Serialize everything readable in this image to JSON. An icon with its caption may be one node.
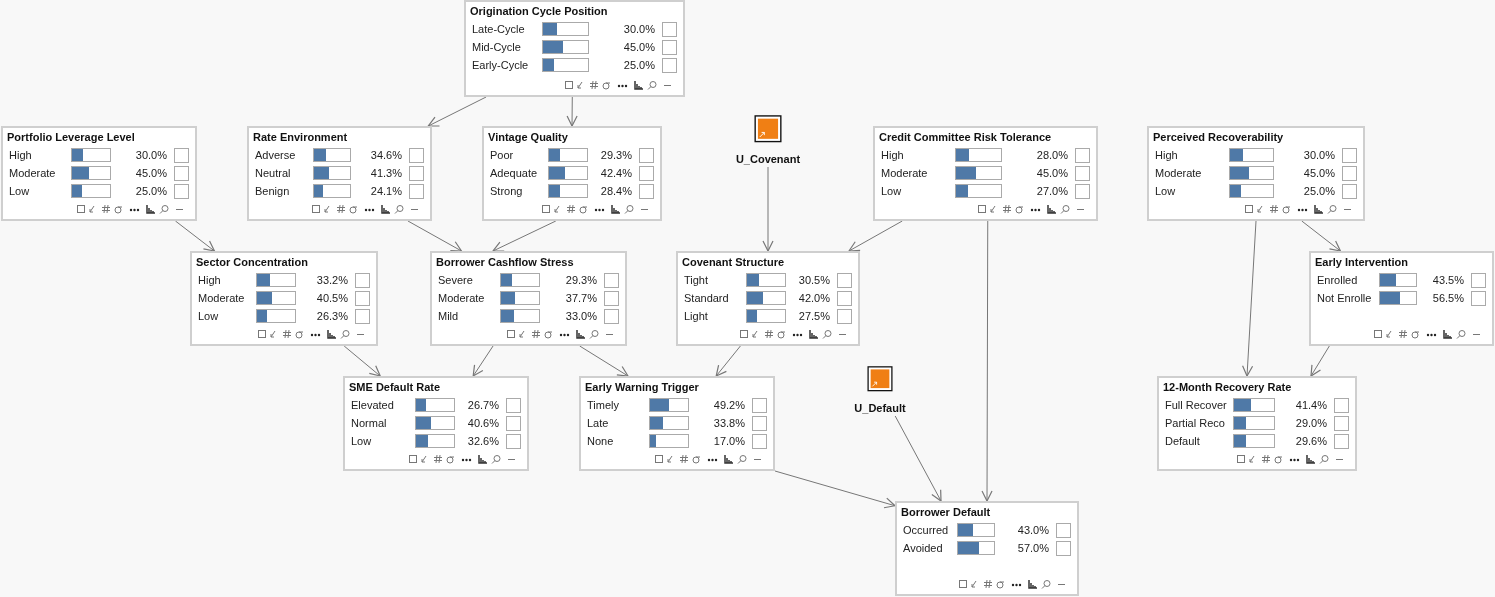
{
  "diagram": {
    "nodes": [
      {
        "text": [
          "Origination Cycle Position",
          "Late-Cycle",
          "30.0%",
          "Mid-Cycle",
          "45.0%",
          "Early-Cycle",
          "25.0%"
        ]
      },
      {
        "text": [
          "Portfolio Leverage Level",
          "High",
          "30.0%",
          "Moderate",
          "45.0%",
          "Low",
          "25.0%"
        ]
      },
      {
        "text": [
          "Rate Environment",
          "Adverse",
          "34.6%",
          "Neutral",
          "41.3%",
          "Benign",
          "24.1%"
        ]
      },
      {
        "text": [
          "Vintage Quality",
          "Poor",
          "29.3%",
          "Adequate",
          "42.4%",
          "Strong",
          "28.4%"
        ]
      },
      {
        "text": [
          "U_Covenant"
        ]
      },
      {
        "text": [
          "Credit Committee Risk Tolerance",
          "High",
          "28.0%",
          "Moderate",
          "45.0%",
          "Low",
          "27.0%"
        ]
      },
      {
        "text": [
          "Perceived Recoverability",
          "High",
          "30.0%",
          "Moderate",
          "45.0%",
          "Low",
          "25.0%"
        ]
      },
      {
        "text": [
          "Sector Concentration",
          "High",
          "33.2%",
          "Moderate",
          "40.5%",
          "Low",
          "26.3%"
        ]
      },
      {
        "text": [
          "Borrower Cashflow Stress",
          "Severe",
          "29.3%",
          "Moderate",
          "37.7%",
          "Mild",
          "33.0%"
        ]
      },
      {
        "text": [
          "Covenant Structure",
          "Tight",
          "30.5%",
          "Standard",
          "42.0%",
          "Light",
          "27.5%"
        ]
      },
      {
        "text": [
          "Early Intervention",
          "Enrolled",
          "43.5%",
          "Not Enrolle",
          "56.5%"
        ]
      },
      {
        "text": [
          "SME Default Rate",
          "Elevated",
          "26.7%",
          "Normal",
          "40.6%",
          "Low",
          "32.6%"
        ]
      },
      {
        "text": [
          "Early Warning Trigger",
          "Timely",
          "49.2%",
          "Late",
          "33.8%",
          "None",
          "17.0%"
        ]
      },
      {
        "text": [
          "U_Default"
        ]
      },
      {
        "text": [
          "12-Month Recovery Rate",
          "Full Recover",
          "41.4%",
          "Partial Reco",
          "29.0%",
          "Default",
          "29.6%"
        ]
      },
      {
        "text": [
          "Borrower Default",
          "Occurred",
          "43.0%",
          "Avoided",
          "57.0%"
        ]
      }
    ],
    "edges": [
      {
        "from": 0,
        "to": 2,
        "arrow": "to"
      },
      {
        "from": 0,
        "to": 3,
        "arrow": "to"
      },
      {
        "from": 1,
        "to": 7,
        "arrow": "to"
      },
      {
        "from": 2,
        "to": 8,
        "arrow": "to"
      },
      {
        "from": 3,
        "to": 8,
        "arrow": "to"
      },
      {
        "from": 4,
        "to": 9,
        "arrow": "to"
      },
      {
        "from": 5,
        "to": 9,
        "arrow": "to"
      },
      {
        "from": 5,
        "to": 15,
        "arrow": "to"
      },
      {
        "from": 6,
        "to": 14,
        "arrow": "to"
      },
      {
        "from": 6,
        "to": 10,
        "arrow": "to"
      },
      {
        "from": 7,
        "to": 11,
        "arrow": "to"
      },
      {
        "from": 8,
        "to": 11,
        "arrow": "to"
      },
      {
        "from": 8,
        "to": 12,
        "arrow": "to"
      },
      {
        "from": 9,
        "to": 12,
        "arrow": "to"
      },
      {
        "from": 10,
        "to": 14,
        "arrow": "to"
      },
      {
        "from": 12,
        "to": 15,
        "arrow": "to"
      },
      {
        "from": 13,
        "to": 15,
        "arrow": "to"
      }
    ]
  }
}
